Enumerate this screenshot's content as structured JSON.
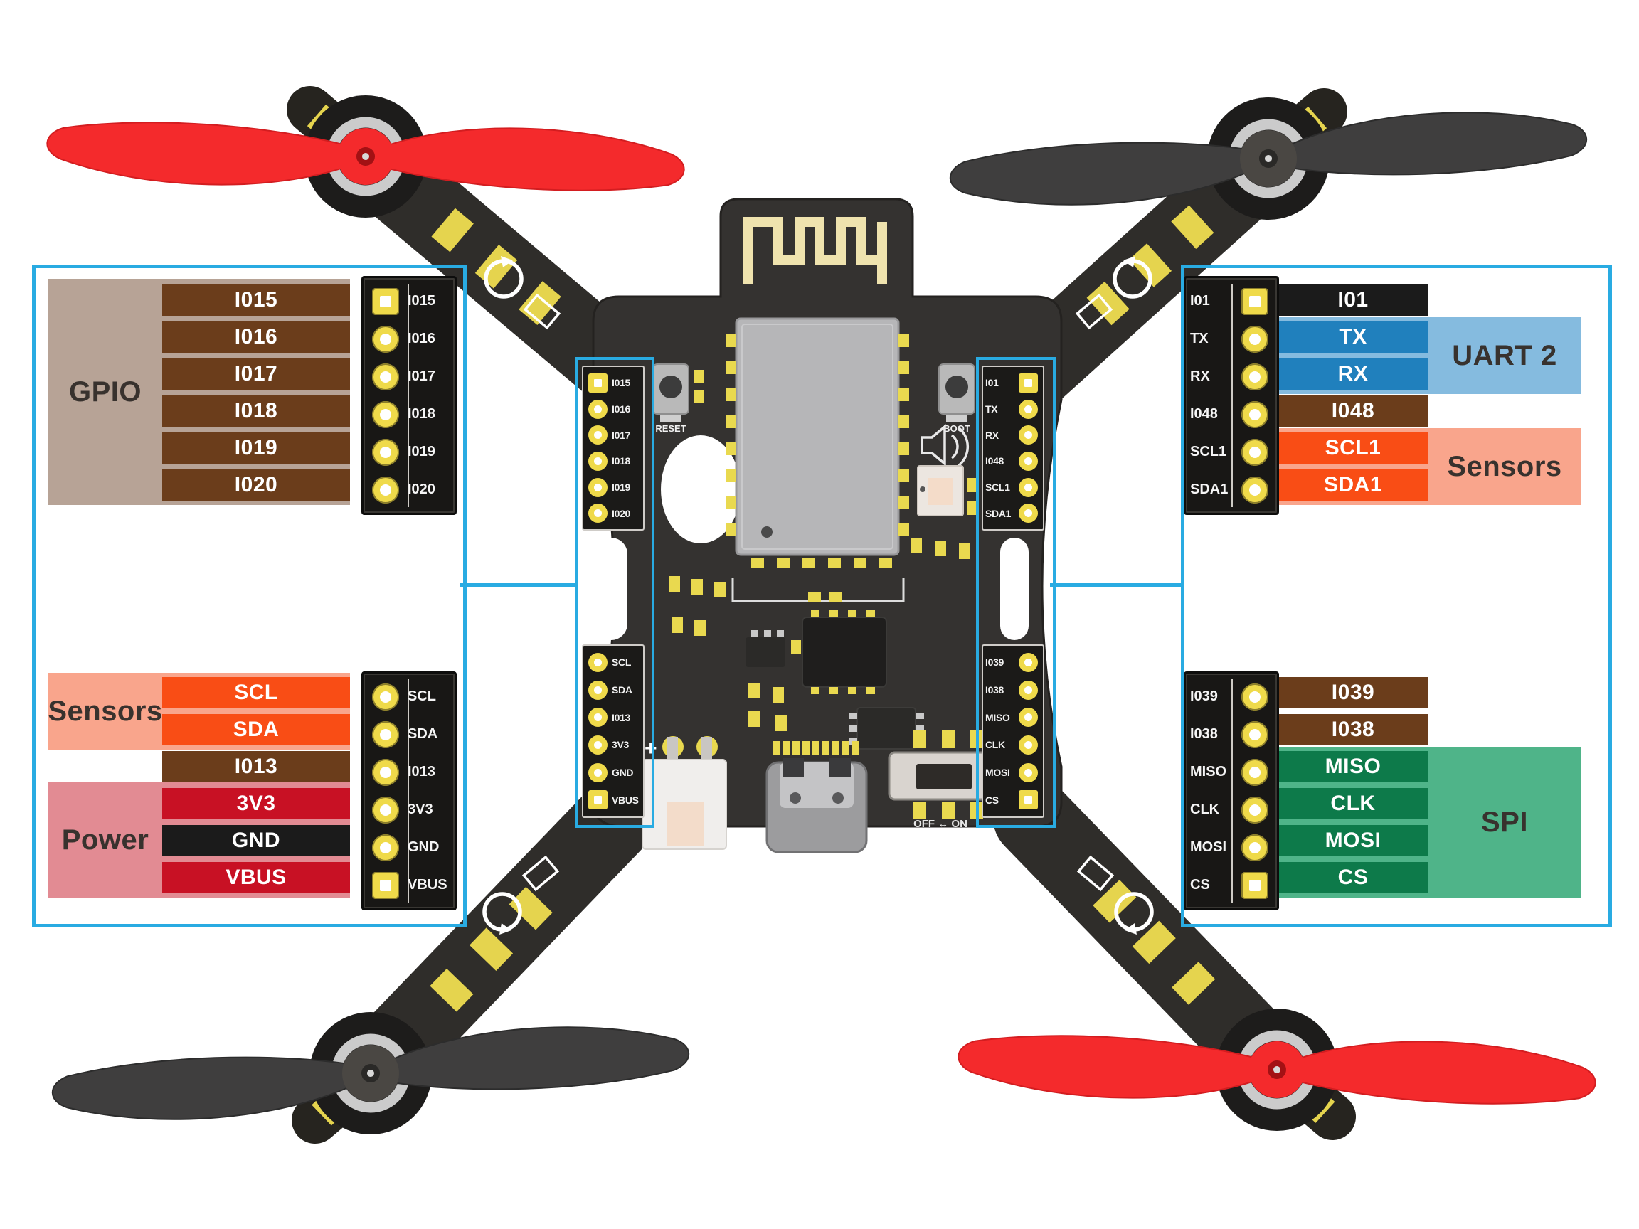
{
  "colors": {
    "callout_accent": "#29ABE2",
    "gpio_block": "#B7A396",
    "gpio_row": "#6B3D1B",
    "sensors_block": "#F9A58C",
    "sensors_row": "#F94D15",
    "power_block": "#E28B93",
    "power_row": "#C81124",
    "gnd_row": "#1B1B1B",
    "uart_block": "#85BBDF",
    "uart_row": "#2080BD",
    "spi_block": "#4FB489",
    "spi_row": "#0D7A4A",
    "board_dark": "#343230",
    "pad_yellow": "#EFDA4A",
    "prop_red": "#F42A2C",
    "prop_dark": "#3F3E3E"
  },
  "left": {
    "gpio": {
      "label": "GPIO",
      "rows": [
        "I015",
        "I016",
        "I017",
        "I018",
        "I019",
        "I020"
      ]
    },
    "sensors": {
      "label": "Sensors",
      "rows": [
        "SCL",
        "SDA"
      ]
    },
    "io13_row": "I013",
    "power": {
      "label": "Power",
      "rows": [
        "3V3",
        "GND",
        "VBUS"
      ]
    },
    "header_top": [
      "I015",
      "I016",
      "I017",
      "I018",
      "I019",
      "I020"
    ],
    "header_bottom": [
      "SCL",
      "SDA",
      "I013",
      "3V3",
      "GND",
      "VBUS"
    ]
  },
  "right": {
    "io1_row": "I01",
    "uart": {
      "label": "UART 2",
      "rows": [
        "TX",
        "RX"
      ]
    },
    "io48_row": "I048",
    "sensors": {
      "label": "Sensors",
      "rows": [
        "SCL1",
        "SDA1"
      ]
    },
    "gpio_rows": [
      "I039",
      "I038"
    ],
    "spi": {
      "label": "SPI",
      "rows": [
        "MISO",
        "CLK",
        "MOSI",
        "CS"
      ]
    },
    "header_top": [
      "I01",
      "TX",
      "RX",
      "I048",
      "SCL1",
      "SDA1"
    ],
    "header_bottom": [
      "I039",
      "I038",
      "MISO",
      "CLK",
      "MOSI",
      "CS"
    ]
  },
  "board": {
    "inner_left_top": [
      "I015",
      "I016",
      "I017",
      "I018",
      "I019",
      "I020"
    ],
    "inner_left_bottom": [
      "SCL",
      "SDA",
      "I013",
      "3V3",
      "GND",
      "VBUS"
    ],
    "inner_right_top": [
      "I01",
      "TX",
      "RX",
      "I048",
      "SCL1",
      "SDA1"
    ],
    "inner_right_bottom": [
      "I039",
      "I038",
      "MISO",
      "CLK",
      "MOSI",
      "CS"
    ],
    "reset_label": "RESET",
    "boot_label": "BOOT",
    "switch_label": "OFF ↔ ON"
  }
}
